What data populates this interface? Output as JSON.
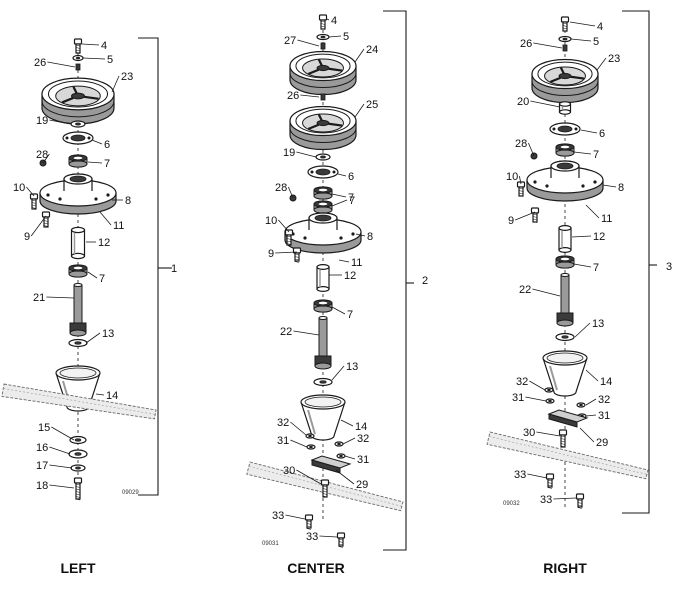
{
  "assemblies": [
    {
      "title": "LEFT",
      "group_number": "1",
      "figure_code": "09029",
      "parts": [
        {
          "label": "4",
          "part": "bolt"
        },
        {
          "label": "5",
          "part": "washer"
        },
        {
          "label": "26",
          "part": "key"
        },
        {
          "label": "23",
          "part": "pulley"
        },
        {
          "label": "19",
          "part": "nut"
        },
        {
          "label": "6",
          "part": "grease-fitting-plate"
        },
        {
          "label": "28",
          "part": "fitting"
        },
        {
          "label": "7",
          "part": "bearing"
        },
        {
          "label": "10",
          "part": "screw"
        },
        {
          "label": "8",
          "part": "spindle-housing"
        },
        {
          "label": "9",
          "part": "screw"
        },
        {
          "label": "11",
          "part": "seal"
        },
        {
          "label": "12",
          "part": "spacer"
        },
        {
          "label": "7",
          "part": "bearing"
        },
        {
          "label": "21",
          "part": "spindle-shaft"
        },
        {
          "label": "13",
          "part": "washer"
        },
        {
          "label": "14",
          "part": "blade-cup"
        },
        {
          "label": "15",
          "part": "washer"
        },
        {
          "label": "16",
          "part": "washer"
        },
        {
          "label": "17",
          "part": "lock-washer"
        },
        {
          "label": "18",
          "part": "bolt"
        }
      ]
    },
    {
      "title": "CENTER",
      "group_number": "2",
      "figure_code": "09031",
      "parts": [
        {
          "label": "4",
          "part": "bolt"
        },
        {
          "label": "27",
          "part": "key"
        },
        {
          "label": "5",
          "part": "washer"
        },
        {
          "label": "24",
          "part": "pulley"
        },
        {
          "label": "26",
          "part": "key"
        },
        {
          "label": "25",
          "part": "pulley"
        },
        {
          "label": "19",
          "part": "nut"
        },
        {
          "label": "6",
          "part": "grease-fitting-plate"
        },
        {
          "label": "7",
          "part": "bearing"
        },
        {
          "label": "28",
          "part": "fitting"
        },
        {
          "label": "7",
          "part": "bearing"
        },
        {
          "label": "10",
          "part": "screw"
        },
        {
          "label": "8",
          "part": "spindle-housing"
        },
        {
          "label": "9",
          "part": "screw"
        },
        {
          "label": "11",
          "part": "seal"
        },
        {
          "label": "12",
          "part": "spacer"
        },
        {
          "label": "7",
          "part": "bearing"
        },
        {
          "label": "22",
          "part": "spindle-shaft"
        },
        {
          "label": "13",
          "part": "washer"
        },
        {
          "label": "14",
          "part": "blade-cup"
        },
        {
          "label": "32",
          "part": "nut"
        },
        {
          "label": "31",
          "part": "washer"
        },
        {
          "label": "32",
          "part": "nut"
        },
        {
          "label": "31",
          "part": "washer"
        },
        {
          "label": "30",
          "part": "bolt"
        },
        {
          "label": "29",
          "part": "blade-plate"
        },
        {
          "label": "33",
          "part": "bolt"
        },
        {
          "label": "33",
          "part": "bolt"
        }
      ]
    },
    {
      "title": "RIGHT",
      "group_number": "3",
      "figure_code": "09032",
      "parts": [
        {
          "label": "4",
          "part": "bolt"
        },
        {
          "label": "5",
          "part": "washer"
        },
        {
          "label": "26",
          "part": "key"
        },
        {
          "label": "23",
          "part": "pulley"
        },
        {
          "label": "20",
          "part": "spacer"
        },
        {
          "label": "6",
          "part": "grease-fitting-plate"
        },
        {
          "label": "28",
          "part": "fitting"
        },
        {
          "label": "7",
          "part": "bearing"
        },
        {
          "label": "10",
          "part": "screw"
        },
        {
          "label": "8",
          "part": "spindle-housing"
        },
        {
          "label": "9",
          "part": "screw"
        },
        {
          "label": "11",
          "part": "seal"
        },
        {
          "label": "12",
          "part": "spacer"
        },
        {
          "label": "7",
          "part": "bearing"
        },
        {
          "label": "22",
          "part": "spindle-shaft"
        },
        {
          "label": "13",
          "part": "washer"
        },
        {
          "label": "14",
          "part": "blade-cup"
        },
        {
          "label": "32",
          "part": "nut"
        },
        {
          "label": "31",
          "part": "washer"
        },
        {
          "label": "32",
          "part": "nut"
        },
        {
          "label": "31",
          "part": "washer"
        },
        {
          "label": "30",
          "part": "bolt"
        },
        {
          "label": "29",
          "part": "blade-plate"
        },
        {
          "label": "33",
          "part": "bolt"
        },
        {
          "label": "33",
          "part": "bolt"
        }
      ]
    }
  ],
  "colors": {
    "line": "#1a1a1a",
    "fill": "#ffffff",
    "shade": "#9a9a9a",
    "dark": "#3a3a3a"
  }
}
